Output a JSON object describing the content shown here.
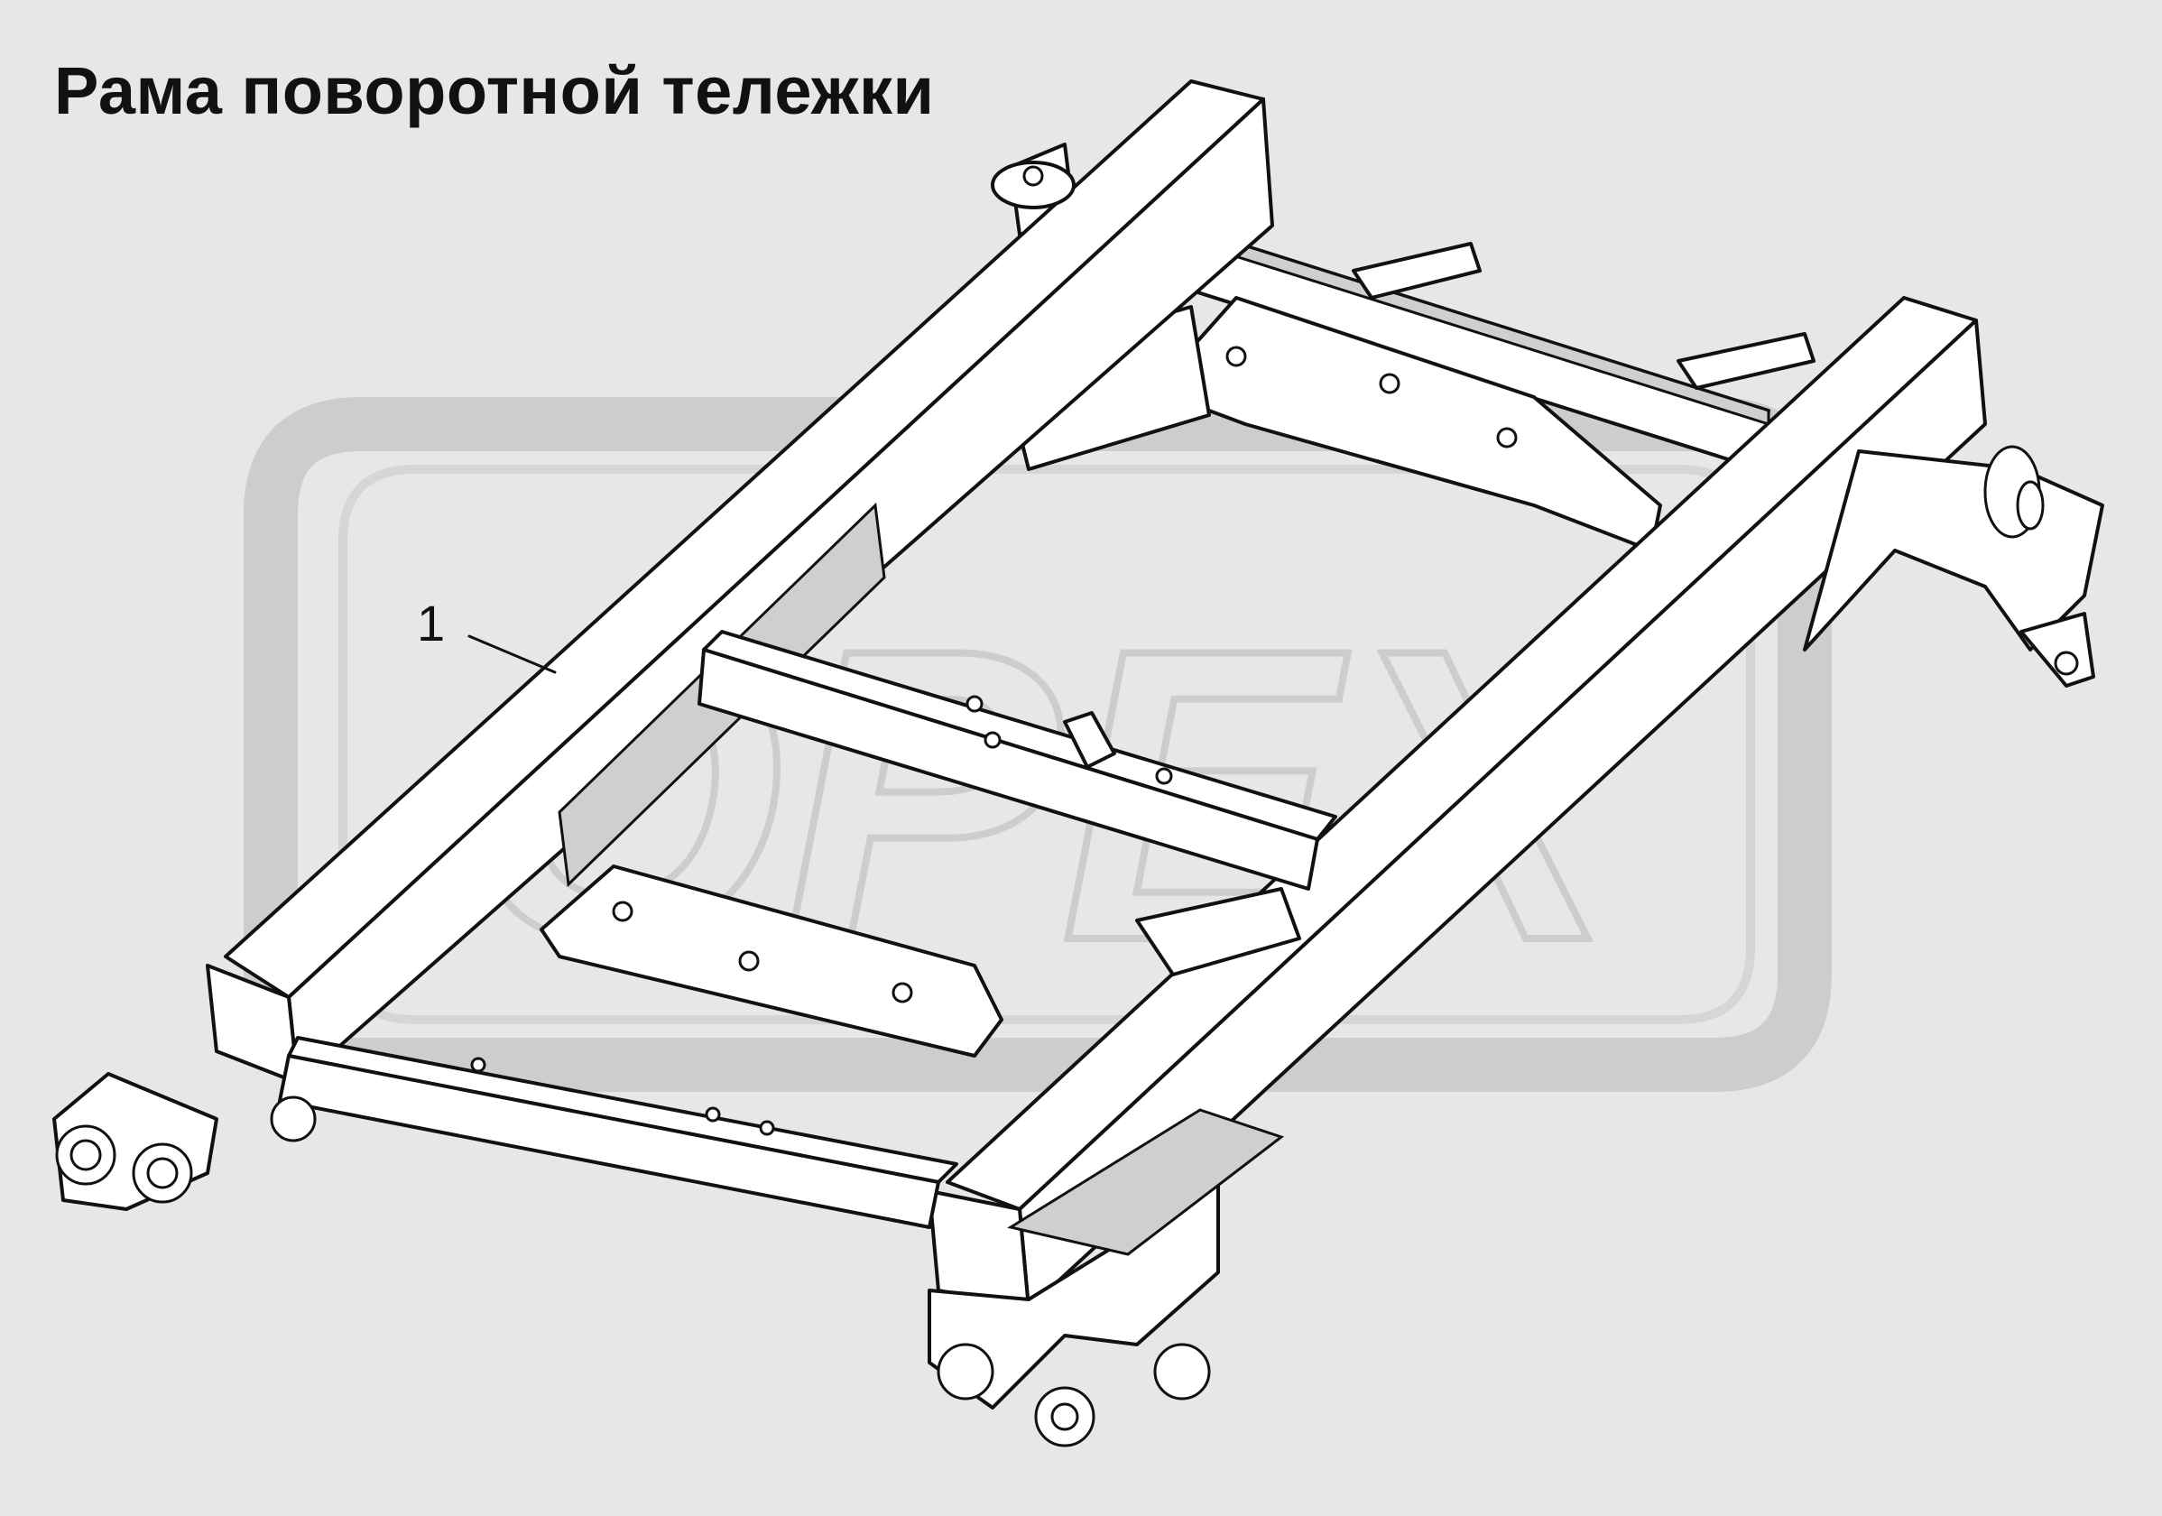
{
  "title": "Рама поворотной тележки",
  "watermark": {
    "text": "OPEX",
    "color": "#cdcdcd"
  },
  "callouts": [
    {
      "label": "1"
    }
  ],
  "colors": {
    "background": "#e7e7e7",
    "line": "#111111",
    "fill": "#ffffff"
  }
}
